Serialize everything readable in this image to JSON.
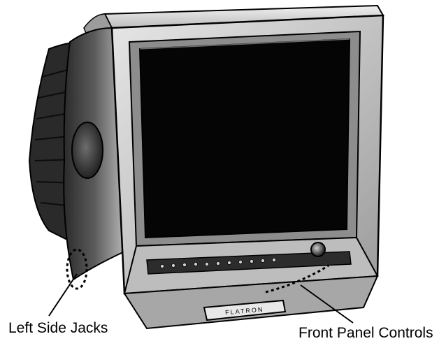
{
  "figure": {
    "subject": "CRT television set",
    "brand_plate_text": "FLATRON",
    "callouts": {
      "left_side_jacks": "Left Side Jacks",
      "front_panel_controls": "Front Panel Controls"
    },
    "colors": {
      "ink": "#000000",
      "screen": "#050505",
      "body_light": "#d8d8d8",
      "body_mid": "#a9a9a9",
      "body_dark": "#3a3a3a",
      "background": "#ffffff"
    }
  }
}
